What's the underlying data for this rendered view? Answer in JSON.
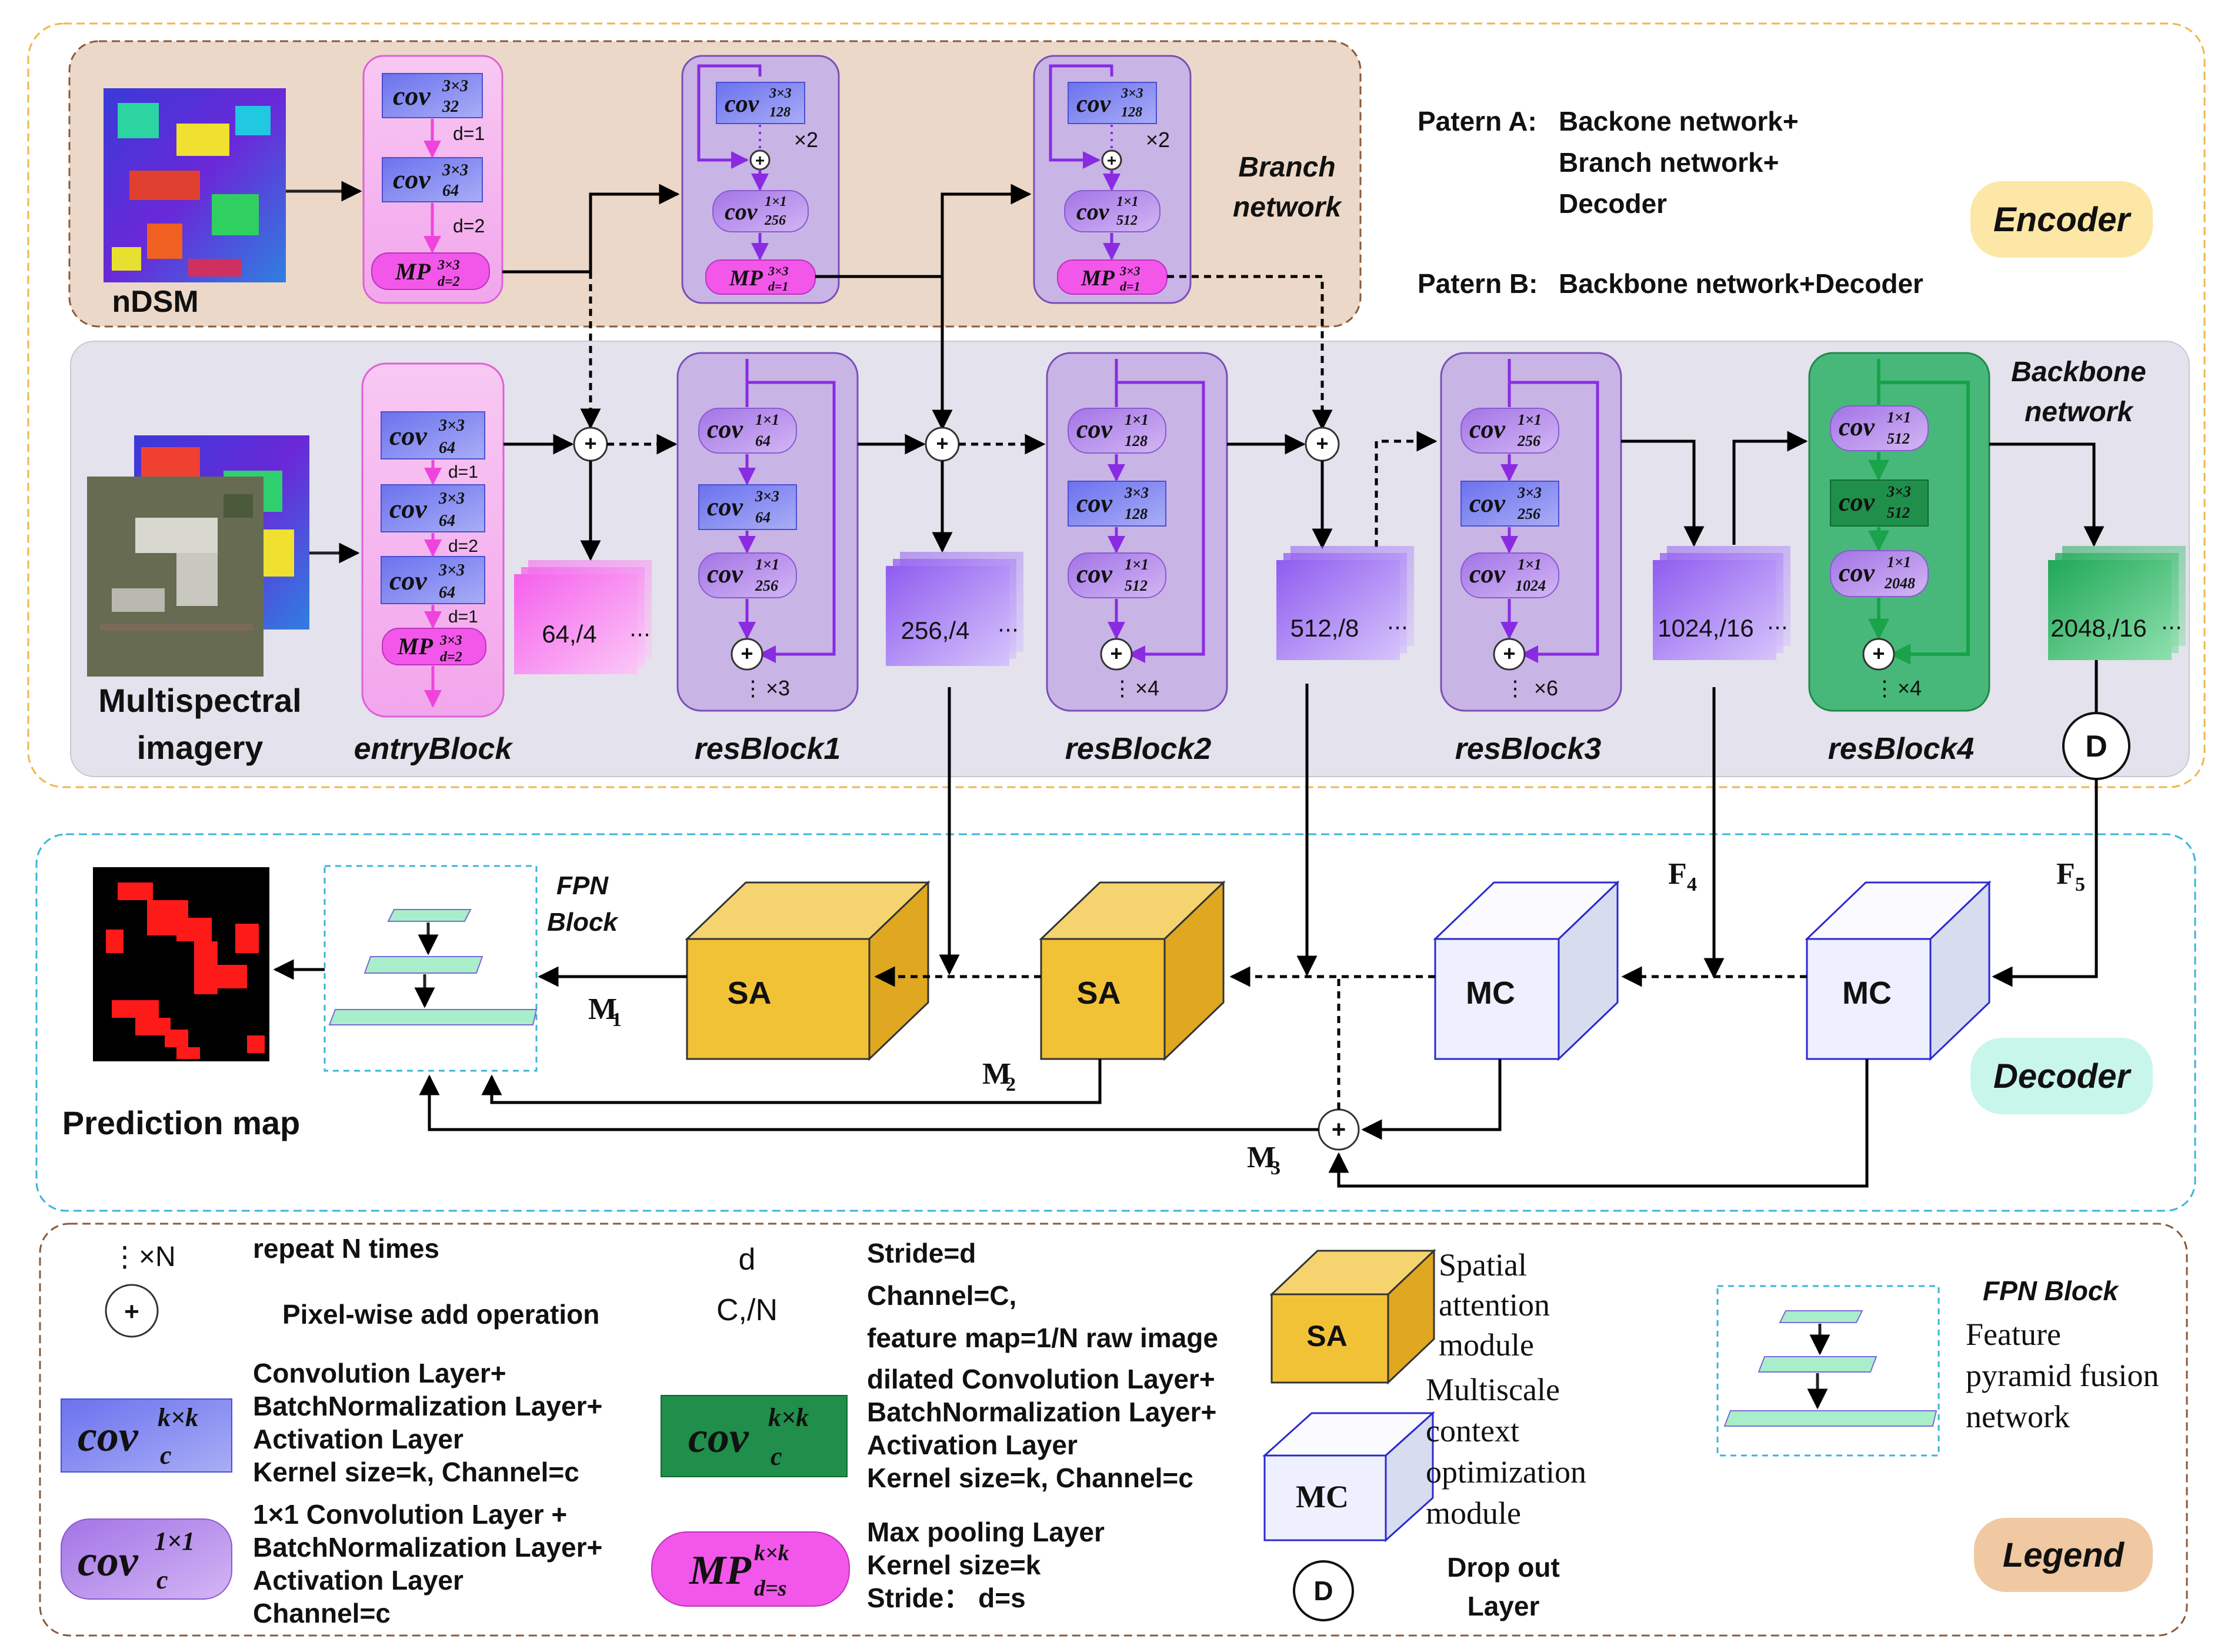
{
  "colors": {
    "encoder_badge": "#fde7a6",
    "decoder_badge": "#c8f6ea",
    "legend_badge": "#f0c9a2",
    "branch_bg": "#ecd8c8",
    "backbone_bg": "#e4e2ec",
    "block_purple": "#c9b4e6",
    "block_pink": "#f6b8f0",
    "block_green": "#48b87a",
    "conv_blue": "#7f86f2",
    "conv_violet": "#b58ae8",
    "conv_green": "#1f8f4b",
    "mp_magenta": "#f257ea",
    "sa_yellow": "#f2c236",
    "mc_white": "#eef0ff",
    "fpn_cyan": "#a8eecb"
  },
  "labels": {
    "ndsm": "nDSM",
    "multispectral": "Multispectral",
    "imagery": "imagery",
    "entry_block": "entryBlock",
    "resblock1": "resBlock1",
    "resblock2": "resBlock2",
    "resblock3": "resBlock3",
    "resblock4": "resBlock4",
    "branch": "Branch",
    "network": "network",
    "backbone": "Backbone",
    "encoder": "Encoder",
    "decoder": "Decoder",
    "legend": "Legend",
    "prediction_map": "Prediction map",
    "fpn": "FPN",
    "block": "Block",
    "f4": "F",
    "f4_sub": "4",
    "f5": "F",
    "f5_sub": "5",
    "m1": "M",
    "m1_sub": "1",
    "m2": "M",
    "m2_sub": "2",
    "m3": "M",
    "m3_sub": "3",
    "sa": "SA",
    "mc": "MC",
    "d": "D"
  },
  "patterns": {
    "a_prefix": "Patern A:",
    "a_line1": "Backone network+",
    "a_line2": "Branch network+",
    "a_line3": "Decoder",
    "b_prefix": "Patern B:",
    "b_line1": "Backbone network+Decoder"
  },
  "conv": {
    "base": "cov",
    "k3": "3×3",
    "k1": "1×1",
    "c32": "32",
    "c64": "64",
    "c128": "128",
    "c256": "256",
    "c512": "512",
    "c1024": "1024",
    "c2048": "2048",
    "mp": "MP",
    "d2": "d=2",
    "d1": "d=1"
  },
  "dilation": {
    "d1": "d=1",
    "d2": "d=2"
  },
  "repeats": {
    "x2": "×2",
    "x3": "×3",
    "x4": "×4",
    "x6": "×6",
    "dots": "⋮"
  },
  "feature_maps": {
    "fm64": "64,/4",
    "fm256": "256,/4",
    "fm512": "512,/8",
    "fm1024": "1024,/16",
    "fm2048": "2048,/16",
    "ellipsis": "⋯"
  },
  "legend_text": {
    "repeat_sym": "⋮×N",
    "repeat": "repeat N times",
    "add": "Pixel-wise add operation",
    "conv_l1": "Convolution Layer+",
    "conv_l2": "BatchNormalization Layer+",
    "conv_l3": "Activation Layer",
    "conv_l4": " Kernel size=k, Channel=c",
    "c11_l1": "1×1 Convolution Layer +",
    "c11_l2": "BatchNormalization Layer+",
    "c11_l3": "Activation Layer",
    "c11_l4": "Channel=c",
    "d_sym": "d",
    "cn_sym": "C,/N",
    "stride": "Stride=d",
    "channel": "Channel=C,",
    "fmap": "feature map=1/N raw image",
    "dil_l1": "dilated Convolution Layer+",
    "dil_l2": "BatchNormalization Layer+",
    "dil_l3": "Activation Layer",
    "dil_l4": "Kernel size=k, Channel=c",
    "mp_l1": "Max pooling Layer",
    "mp_l2": "Kernel size=k",
    "mp_l3": "Stride：  d=s",
    "sa_l1": "Spatial",
    "sa_l2": "attention",
    "sa_l3": "module",
    "mc_l1": "Multiscale",
    "mc_l2": "context",
    "mc_l3": "optimization",
    "mc_l4": "module",
    "drop_l1": "Drop out",
    "drop_l2": "Layer",
    "fpn_title": "FPN Block",
    "fpn_l1": "Feature",
    "fpn_l2": "pyramid fusion",
    "fpn_l3": "network",
    "kxk": "k×k",
    "sub_c": "c",
    "k1x1": "1×1",
    "d_eq_s": "d=s",
    "plus": "+"
  }
}
